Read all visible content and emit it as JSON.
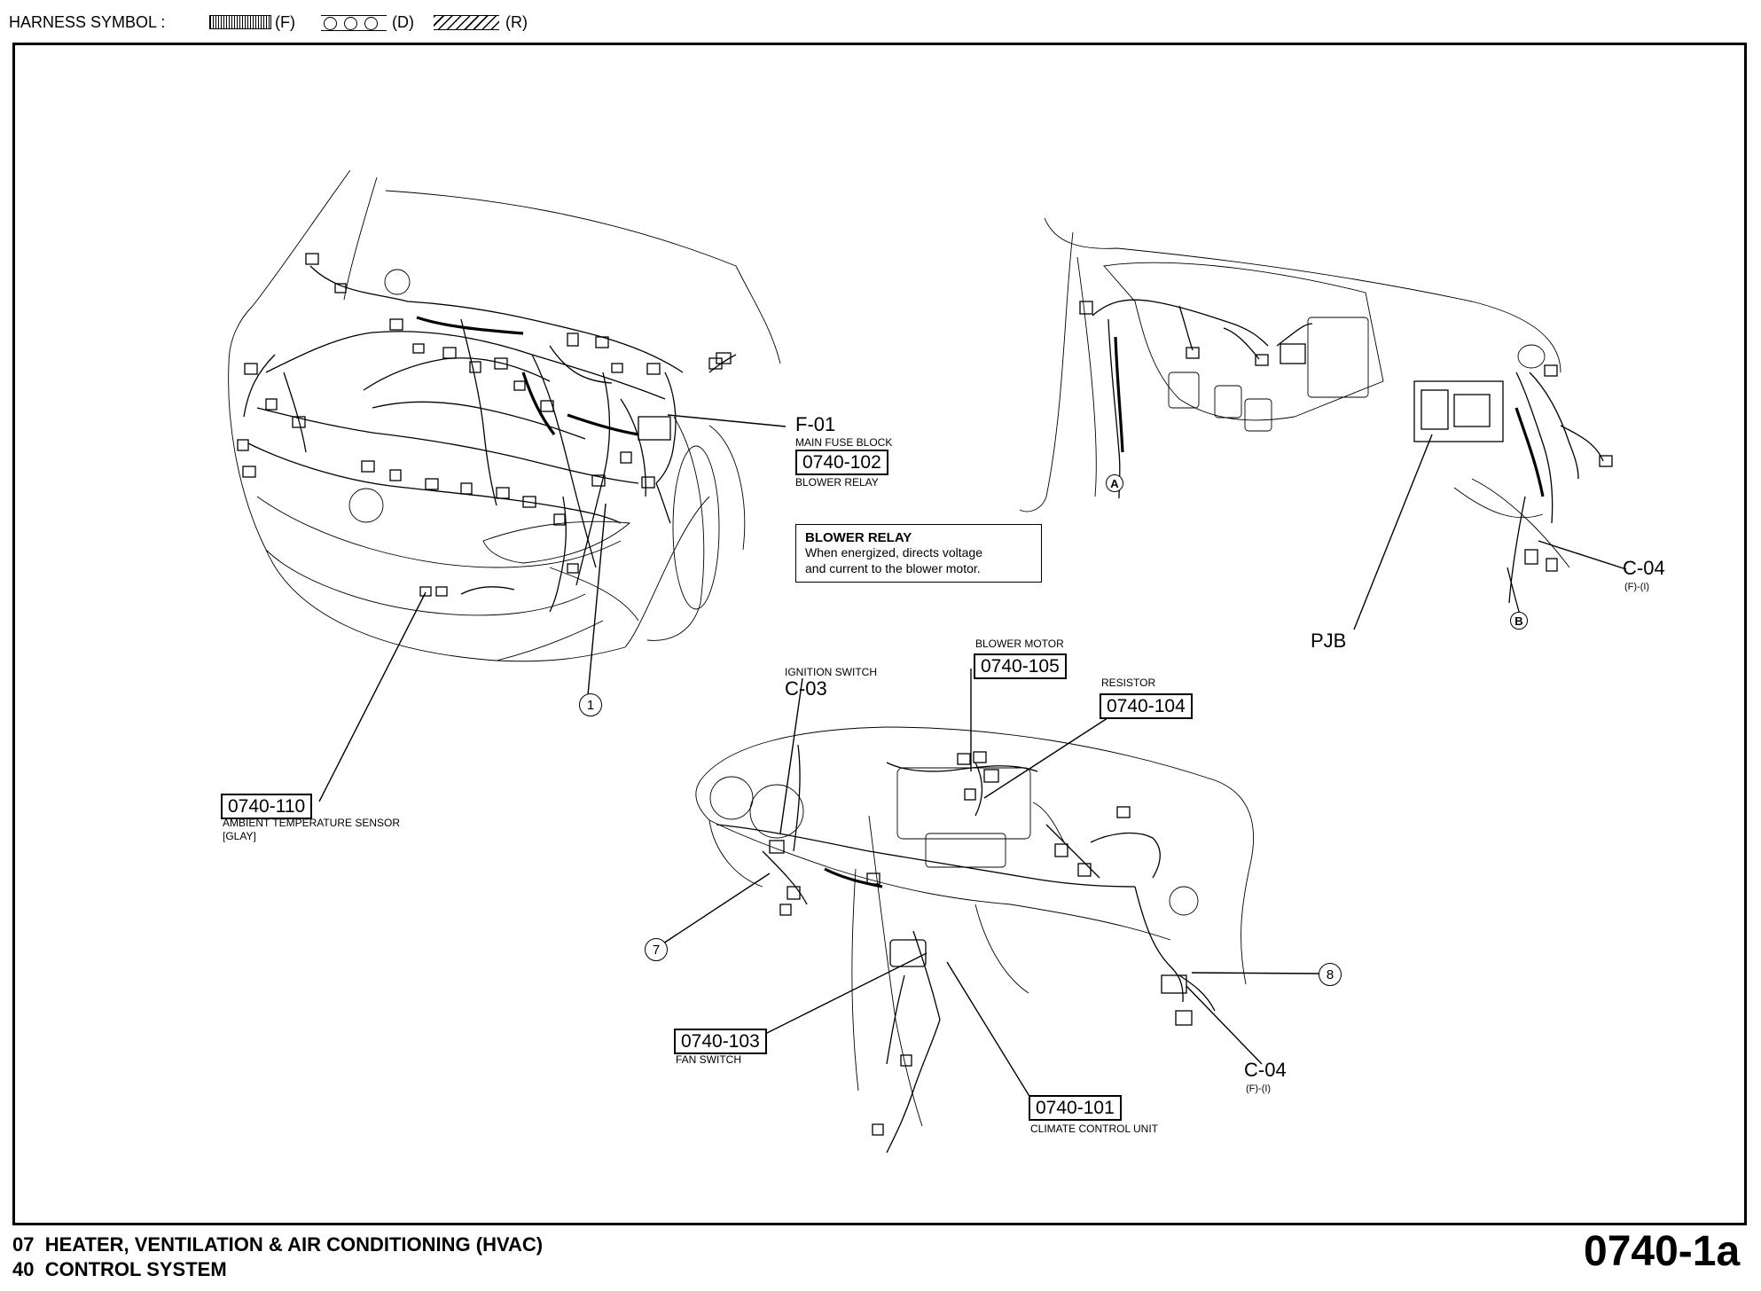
{
  "legend": {
    "title": "HARNESS SYMBOL :",
    "items": [
      {
        "code": "(F)",
        "pattern": "dotted-band"
      },
      {
        "code": "(D)",
        "pattern": "circle-chain"
      },
      {
        "code": "(R)",
        "pattern": "diagonal-hatch"
      }
    ]
  },
  "labels": {
    "f01": "F-01",
    "main_fuse_block": "MAIN FUSE BLOCK",
    "code_102": "0740-102",
    "blower_relay": "BLOWER RELAY",
    "info_title": "BLOWER RELAY",
    "info_line1": "When energized, directs voltage",
    "info_line2": "and current to the blower motor.",
    "code_110": "0740-110",
    "ambient_sensor": "AMBIENT TEMPERATURE SENSOR",
    "glay": "[GLAY]",
    "ignition_switch": "IGNITION SWITCH",
    "c03": "C-03",
    "blower_motor": "BLOWER MOTOR",
    "code_105": "0740-105",
    "resistor": "RESISTOR",
    "code_104": "0740-104",
    "code_103": "0740-103",
    "fan_switch": "FAN SWITCH",
    "code_101": "0740-101",
    "climate_control": "CLIMATE CONTROL UNIT",
    "c04": "C-04",
    "c04_sub": "(F)-(I)",
    "pjb": "PJB"
  },
  "callouts": {
    "c1": "1",
    "c7": "7",
    "c8": "8",
    "a": "A",
    "b": "B"
  },
  "footer": {
    "line1_num": "07",
    "line1_text": "HEATER, VENTILATION & AIR CONDITIONING (HVAC)",
    "line2_num": "40",
    "line2_text": "CONTROL SYSTEM",
    "page_code": "0740-1a"
  }
}
